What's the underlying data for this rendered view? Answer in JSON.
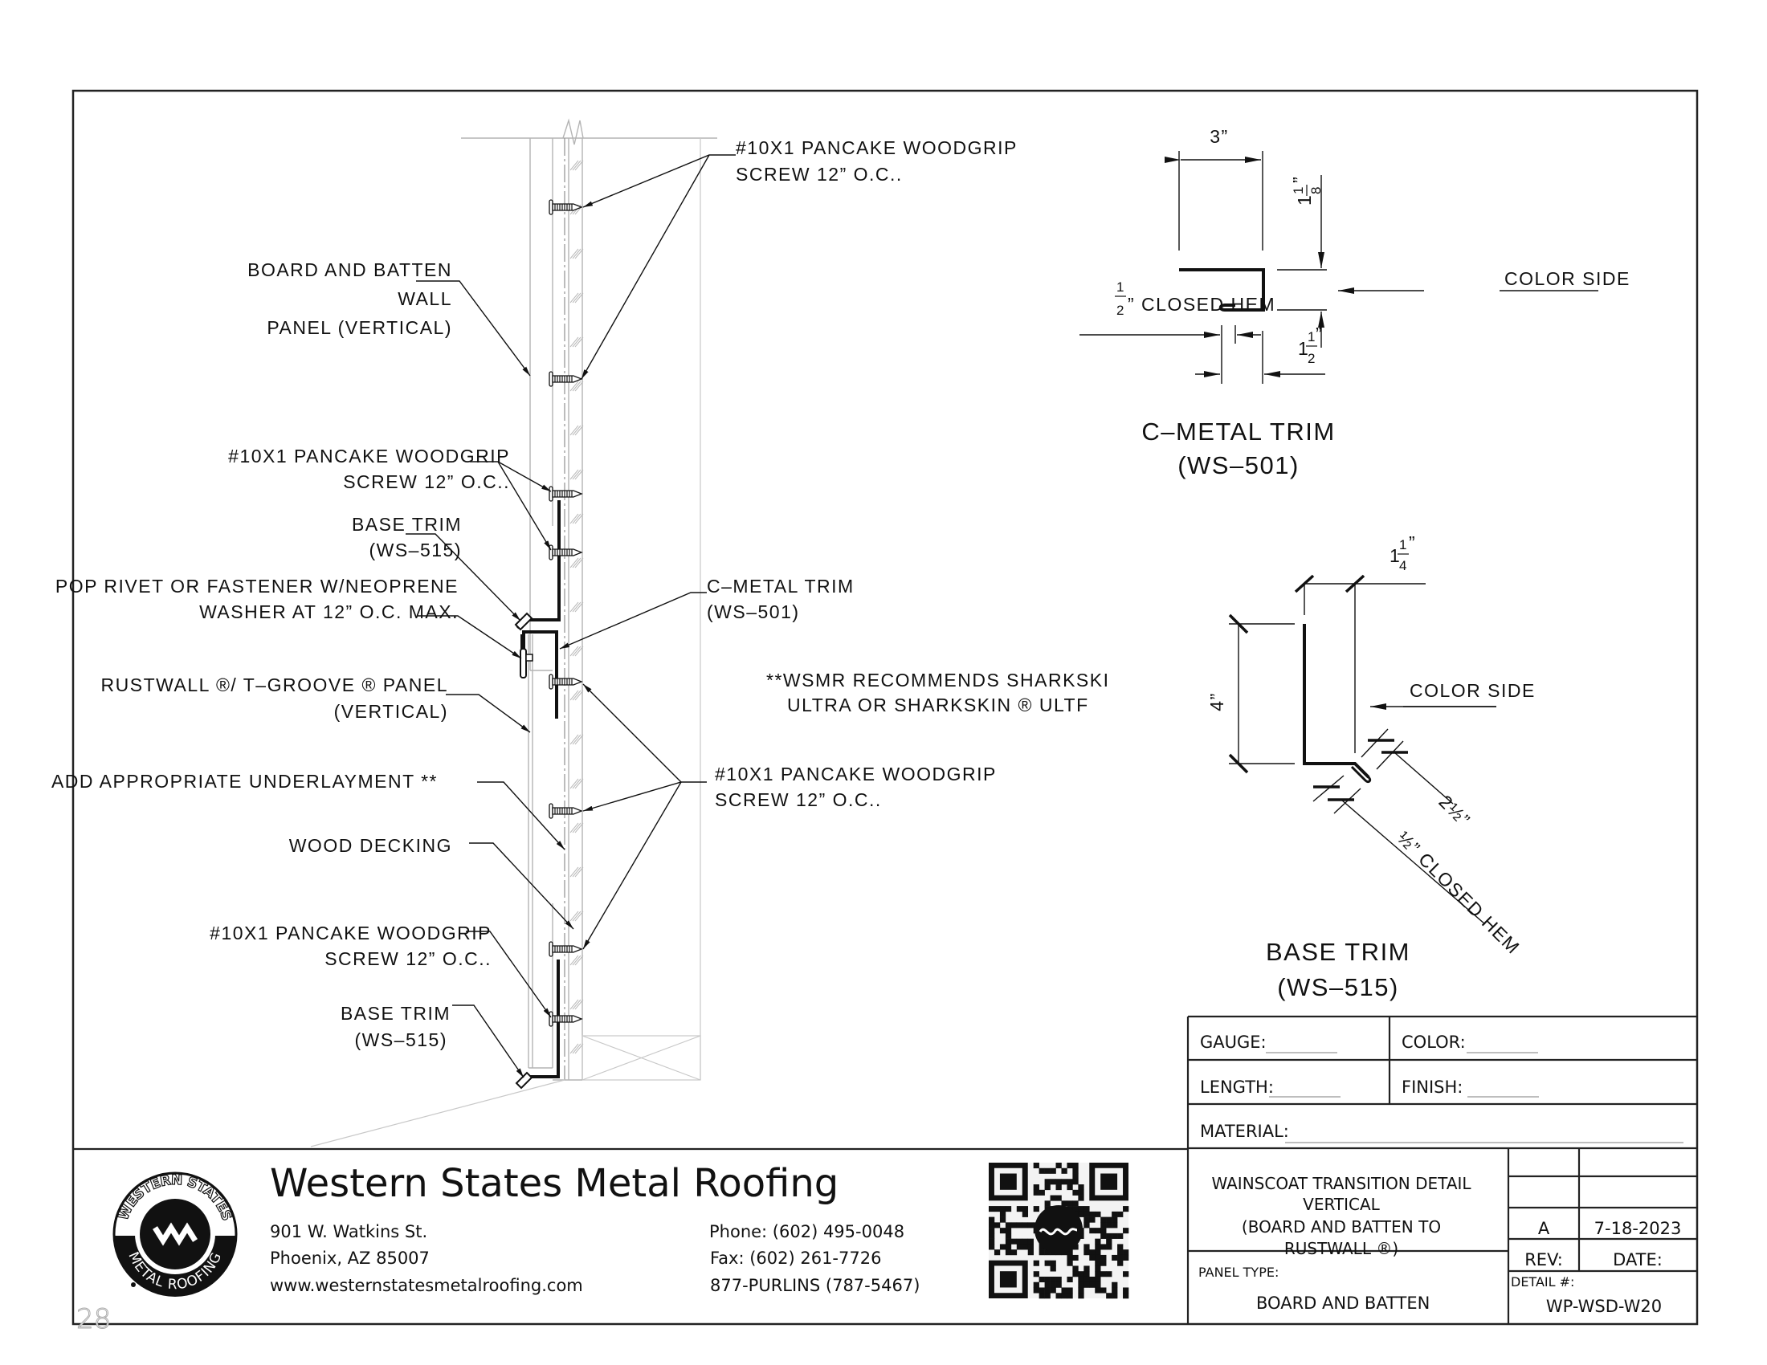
{
  "main_detail": {
    "labels": {
      "screw_top_line1": "#10X1 PANCAKE WOODGRIP",
      "screw_top_line2": "SCREW 12” O.C..",
      "board_batten_line1": "BOARD AND BATTEN",
      "board_batten_line2": "WALL",
      "board_batten_line3": "PANEL (VERTICAL)",
      "screw_mid_line1": "#10X1 PANCAKE WOODGRIP",
      "screw_mid_line2": "SCREW 12” O.C..",
      "base_trim_upper_line1": "BASE TRIM",
      "base_trim_upper_line2": "(WS–515)",
      "pop_rivet_line1": "POP RIVET OR FASTENER  W/NEOPRENE",
      "pop_rivet_line2": "WASHER AT 12” O.C. MAX.",
      "c_metal_line1": "C–METAL TRIM",
      "c_metal_line2": "(WS–501)",
      "rustwall_line1": "RUSTWALL ®/ T–GROOVE ® PANEL",
      "rustwall_line2": "(VERTICAL)",
      "note_line1": "**WSMR RECOMMENDS SHARKSKI",
      "note_line2": "ULTRA OR SHARKSKIN ® ULTF",
      "screw_right_line1": "#10X1 PANCAKE WOODGRIP",
      "screw_right_line2": "SCREW 12” O.C..",
      "underlayment": "ADD APPROPRIATE UNDERLAYMENT **",
      "wood_decking": "WOOD DECKING",
      "screw_low_line1": "#10X1 PANCAKE WOODGRIP",
      "screw_low_line2": "SCREW 12” O.C..",
      "base_trim_lower_line1": "BASE TRIM",
      "base_trim_lower_line2": "(WS–515)"
    }
  },
  "c_metal_trim_profile": {
    "title": "C–METAL TRIM",
    "part_no": "(WS–501)",
    "dim_width": "3”",
    "dim_top_whole": "1",
    "dim_top_num": "1",
    "dim_top_den": "8",
    "dim_top_unit": "”",
    "dim_bottom_whole": "1",
    "dim_bottom_num": "1",
    "dim_bottom_den": "2",
    "dim_bottom_unit": "”",
    "hem_num": "1",
    "hem_den": "2",
    "hem_label": "” CLOSED HEM",
    "color_side": "COLOR SIDE"
  },
  "base_trim_profile": {
    "title": "BASE TRIM",
    "part_no": "(WS–515)",
    "dim_width_whole": "1",
    "dim_width_num": "1",
    "dim_width_den": "4",
    "dim_width_unit": "”",
    "dim_height": "4”",
    "dim_kick": "2½”",
    "dim_hem": "½” CLOSED HEM",
    "color_side": "COLOR SIDE"
  },
  "spec_block": {
    "gauge_label": "GAUGE:",
    "gauge_value": "",
    "color_label": "COLOR:",
    "color_value": "",
    "length_label": "LENGTH:",
    "length_value": "",
    "finish_label": "FINISH:",
    "finish_value": "",
    "material_label": "MATERIAL:",
    "material_value": ""
  },
  "company": {
    "name": "Western States Metal Roofing",
    "address_line1": "901 W. Watkins St.",
    "address_line2": "Phoenix, AZ 85007",
    "website": "www.westernstatesmetalroofing.com",
    "phone": "Phone: (602) 495-0048",
    "fax": "Fax: (602) 261-7726",
    "tollfree": "877-PURLINS (787-5467)",
    "logo_top_text": "WESTERN STATES",
    "logo_bottom_text": "METAL ROOFING",
    "page_number": "28"
  },
  "title_block": {
    "title_line1": "WAINSCOAT TRANSITION DETAIL",
    "title_line2": "VERTICAL",
    "title_line3": "(BOARD AND BATTEN TO",
    "title_line4": "RUSTWALL ®)",
    "panel_type_label": "PANEL TYPE:",
    "panel_type_value": "BOARD AND BATTEN",
    "rev_label": "REV:",
    "rev_value": "A",
    "date_label": "DATE:",
    "date_value": "7-18-2023",
    "detail_label": "DETAIL #:",
    "detail_value": "WP-WSD-W20"
  }
}
